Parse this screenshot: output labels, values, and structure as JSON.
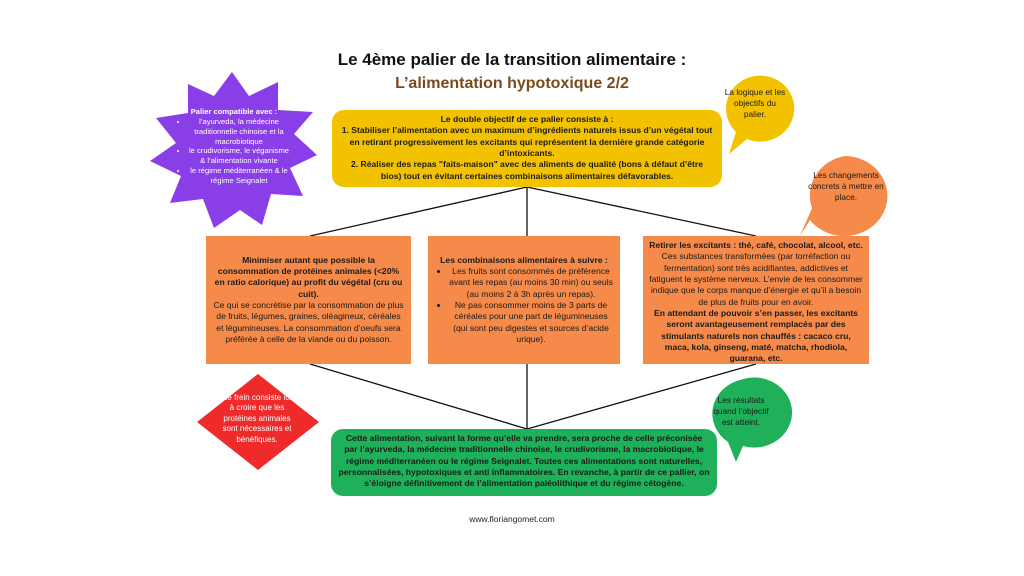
{
  "title": "Le 4ème palier de la transition alimentaire :",
  "subtitle": "L’alimentation hypotoxique 2/2",
  "compatible": {
    "heading": "Palier compatible avec :",
    "items": [
      "l’ayurveda, la médecine traditionnelle chinoise et la macrobiotique",
      "le crudivorisme, le véganisme & l’alimentation vivante",
      "le régime méditerranéen & le régime Seignalet"
    ]
  },
  "objective": {
    "heading": "Le double objectif de ce palier consiste à :",
    "point1": "1. Stabiliser l’alimentation avec un maximum d’ingrédients naturels issus d’un végétal tout en retirant progressivement  les excitants qui représentent la dernière grande catégorie d’intoxicants.",
    "point2": "2. Réaliser des repas \"faits-maison\" avec des aliments de qualité (bons à défaut d’être bios) tout en évitant certaines combinaisons alimentaires défavorables."
  },
  "bubble_logic": "La logique et les objectifs du palier.",
  "bubble_changes": "Les changements concrets à mettre en place.",
  "bubble_results": "Les résultats quand l’objectif est atteint.",
  "box1": {
    "bold": "Minimiser autant que possible la consommation de protéines animales (<20% en ratio calorique) au profit du végétal (cru ou cuit).",
    "text": "Ce qui se concrétise par la consommation de plus de fruits, légumes, graines, oléagineux, céréales et légumineuses. La consommation d’oeufs sera préférée à celle de la viande ou du poisson."
  },
  "box2": {
    "heading": "Les combinaisons alimentaires à suivre :",
    "items": [
      "Les fruits sont consommés de préférence avant les repas (au moins 30 min) ou seuls (au moins 2 à 3h après un repas).",
      "Ne pas consommer moins de 3 parts de céréales pour une part de légumineuses (qui sont peu digestes et sources d’acide urique)."
    ]
  },
  "box3": {
    "heading": "Retirer les excitants : thé, café, chocolat, alcool, etc.",
    "text": "Ces substances transformées (par torréfaction ou fermentation) sont très acidifiantes, addictives et fatiguent le système nerveux. L’envie de les consommer indique que le corps manque d’énergie et qu’il a besoin de plus de fruits pour en avoir.",
    "bold_end": "En attendant de pouvoir s’en passer, les excitants seront avantageusement remplacés par des stimulants naturels non chauffés : cacaco cru, maca, kola, ginseng, maté, matcha, rhodiola, guarana, etc."
  },
  "diamond": "Le frein consiste ici à croire que les protéines animales sont nécessaires et bénéfiques.",
  "result": "Cette alimentation, suivant la forme qu’elle va prendre, sera proche de celle préconisée par l’ayurveda, la médecine traditionnelle chinoise, le crudivorisme, la macrobiotique, le régime méditerranéen ou le régime Seignalet. Toutes ces alimentations sont naturelles, personnalisées, hypotoxiques et anti inflammatoires. En revanche, à partir de ce pallier, on s’éloigne définitivement de l’alimentation paléolithique et du régime cétogène.",
  "footer": "www.floriangomet.com",
  "colors": {
    "yellow": "#f2c200",
    "orange": "#f58a4a",
    "green": "#1fb15a",
    "purple": "#8a3ee8",
    "red": "#ee2a2a",
    "title_brown": "#7a4a1c"
  }
}
